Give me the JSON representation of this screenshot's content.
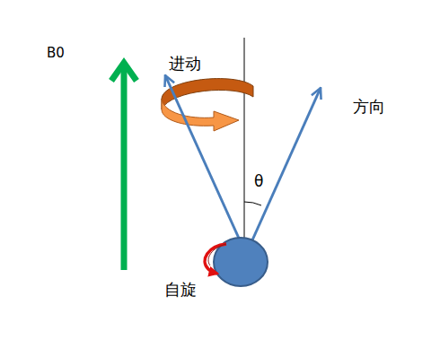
{
  "diagram": {
    "labels": [
      "B0",
      "进动",
      "方向",
      "θ",
      "自旋"
    ]
  }
}
